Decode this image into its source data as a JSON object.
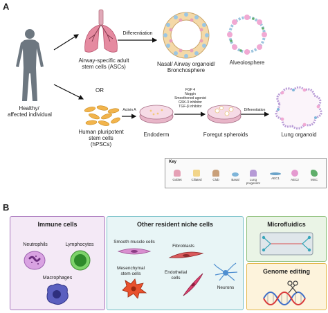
{
  "panel_a": {
    "letter": "A",
    "person_label_1": "Healthy/",
    "person_label_2": "affected individual",
    "asc_label_1": "Airway-specific adult",
    "asc_label_2": "stem cells (ASCs)",
    "differentiation_1": "Differentiation",
    "organoid_label_1": "Nasal/ Airway organoid/",
    "organoid_label_2": "Bronchosphere",
    "alveolosphere": "Alveolosphere",
    "or": "OR",
    "hpsc_label_1": "Human pluripotent",
    "hpsc_label_2": "stem cells",
    "hpsc_label_3": "(hPSCs)",
    "activin": "Activin A",
    "endoderm": "Endoderm",
    "factors": [
      "FGF 4",
      "Noggin",
      "Smoothened agonist",
      "GSK-3 inhibitor",
      "TGF-β inhibitor"
    ],
    "foregut": "Foregut spheroids",
    "differentiation_2": "Differentiation",
    "lung_organoid": "Lung organoid",
    "key": {
      "title": "Key",
      "items": [
        {
          "label": "Goblet",
          "color": "#e5a0b5"
        },
        {
          "label": "Ciliated",
          "color": "#f2d58a"
        },
        {
          "label": "Club",
          "color": "#c9a07a"
        },
        {
          "label": "Basal",
          "color": "#7fb5d9"
        },
        {
          "label": "Lung progenitor",
          "color": "#b69ad6"
        },
        {
          "label": "AEC1",
          "color": "#6aa3c9"
        },
        {
          "label": "AEC2",
          "color": "#e59ad0"
        },
        {
          "label": "MSC",
          "color": "#5fae6b"
        }
      ]
    }
  },
  "panel_b": {
    "letter": "B",
    "immune": {
      "title": "Immune cells",
      "neutrophils": "Neutrophils",
      "lymphocytes": "Lymphocytes",
      "macrophages": "Macrophages"
    },
    "niche": {
      "title": "Other resident niche cells",
      "smooth_1": "Smooth muscle cells",
      "fibroblasts": "Fibroblasts",
      "mesen_1": "Mesenchymal",
      "mesen_2": "stem cells",
      "endo_1": "Endothelial",
      "endo_2": "cells",
      "neurons": "Neurons"
    },
    "microfluidics": "Microfluidics",
    "genome": "Genome editing"
  },
  "colors": {
    "immune_bg": "#f4e9f6",
    "immune_border": "#a876bd",
    "niche_bg": "#e8f5f6",
    "niche_border": "#78c0c8",
    "micro_bg": "#eaf4e6",
    "micro_border": "#8dbf7a",
    "genome_bg": "#fdf3dc",
    "genome_border": "#e5b84d"
  }
}
